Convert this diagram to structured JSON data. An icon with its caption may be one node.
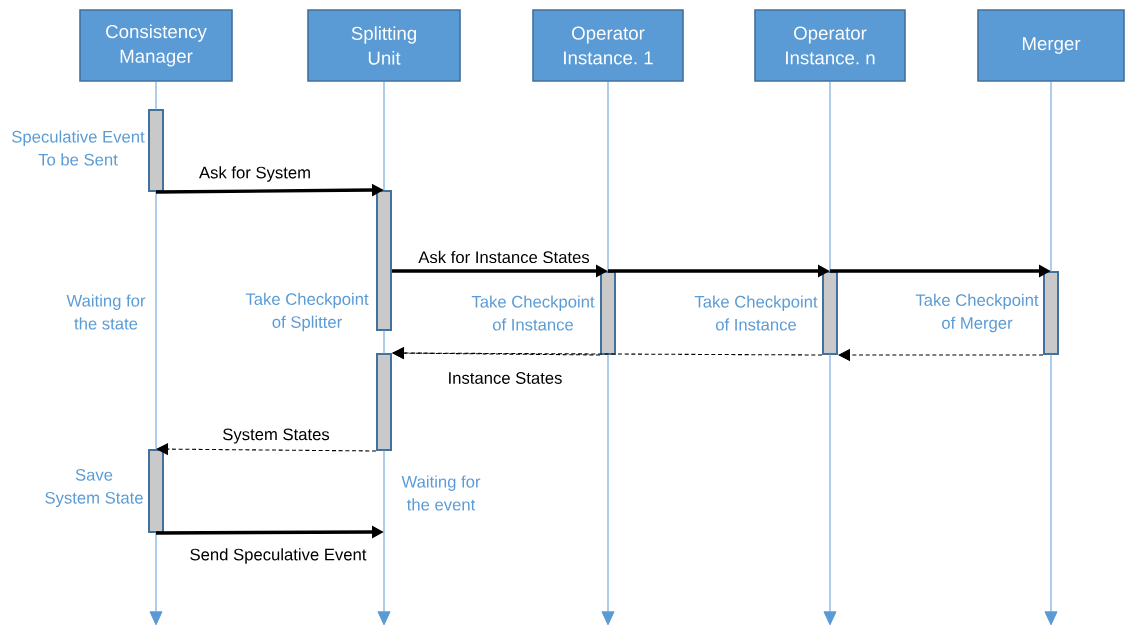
{
  "diagram": {
    "nodes": [
      {
        "text": [
          "Consistency Manager"
        ]
      },
      {
        "text": [
          "Splitting Unit"
        ]
      },
      {
        "text": [
          "Operator Instance. 1"
        ]
      },
      {
        "text": [
          "Operator Instance. n"
        ]
      },
      {
        "text": [
          "Merger"
        ]
      },
      {
        "text": [],
        "shape": "bar",
        "beside": [
          "Speculative Event To be Sent"
        ]
      },
      {
        "text": [],
        "shape": "bar",
        "beside": [
          "Take Checkpoint of Splitter"
        ]
      },
      {
        "text": [],
        "shape": "bar",
        "beside": [
          "Take Checkpoint of Instance"
        ]
      },
      {
        "text": [],
        "shape": "bar",
        "beside": [
          "Take Checkpoint of Instance"
        ]
      },
      {
        "text": [],
        "shape": "bar",
        "beside": [
          "Take Checkpoint of Merger"
        ]
      },
      {
        "text": [],
        "shape": "bar"
      },
      {
        "text": [],
        "shape": "bar",
        "beside": [
          "Save System State"
        ]
      }
    ],
    "edges": [
      {
        "from": 0,
        "to": null,
        "arrow": "to",
        "color": "#5b9bd5"
      },
      {
        "from": 1,
        "to": null,
        "arrow": "to",
        "color": "#5b9bd5"
      },
      {
        "from": 2,
        "to": null,
        "arrow": "to",
        "color": "#5b9bd5"
      },
      {
        "from": 3,
        "to": null,
        "arrow": "to",
        "color": "#5b9bd5"
      },
      {
        "from": 4,
        "to": null,
        "arrow": "to",
        "color": "#5b9bd5"
      },
      {
        "from": 5,
        "to": 6,
        "arrow": "to",
        "label": "Ask for System",
        "style": "thick"
      },
      {
        "from": 6,
        "to": 7,
        "arrow": "to",
        "label": "Ask for Instance States",
        "style": "thick"
      },
      {
        "from": 7,
        "to": 8,
        "arrow": "to",
        "style": "thick"
      },
      {
        "from": 8,
        "to": 9,
        "arrow": "to",
        "style": "thick"
      },
      {
        "from": 9,
        "to": 8,
        "arrow": "to",
        "style": "dashed"
      },
      {
        "from": 8,
        "to": 10,
        "arrow": "to",
        "style": "dashed"
      },
      {
        "from": 7,
        "to": 10,
        "arrow": "to",
        "style": "dashed",
        "label": "Instance States"
      },
      {
        "from": 10,
        "to": 11,
        "arrow": "to",
        "style": "dashed",
        "label": "System States"
      },
      {
        "from": 11,
        "to": null,
        "arrow": "to",
        "style": "thick",
        "label": "Send Speculative Event"
      }
    ],
    "labels": [
      "Waiting for the state",
      "Waiting for the event"
    ]
  }
}
